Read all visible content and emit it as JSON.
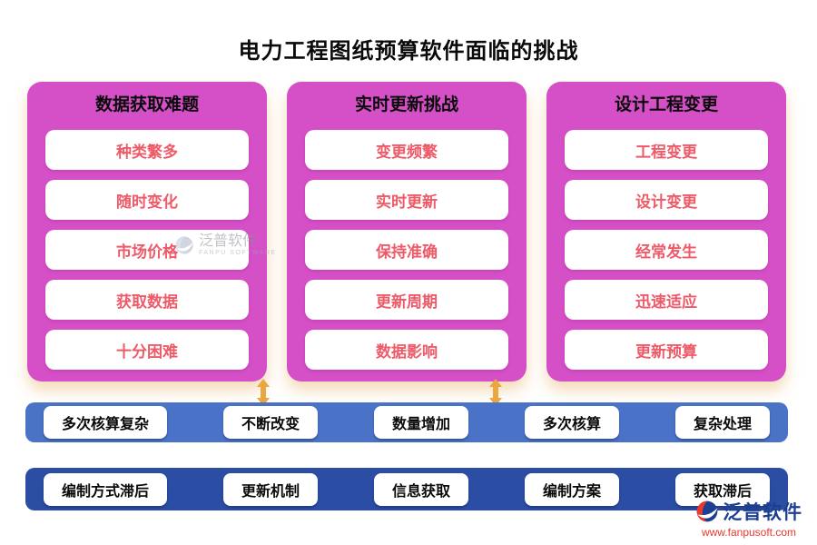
{
  "title": "电力工程图纸预算软件面临的挑战",
  "columns": [
    {
      "title": "数据获取难题",
      "items": [
        "种类繁多",
        "随时变化",
        "市场价格",
        "获取数据",
        "十分困难"
      ]
    },
    {
      "title": "实时更新挑战",
      "items": [
        "变更频繁",
        "实时更新",
        "保持准确",
        "更新周期",
        "数据影响"
      ]
    },
    {
      "title": "设计工程变更",
      "items": [
        "工程变更",
        "设计变更",
        "经常发生",
        "迅速适应",
        "更新预算"
      ]
    }
  ],
  "bars": [
    {
      "items": [
        "多次核算复杂",
        "不断改变",
        "数量增加",
        "多次核算",
        "复杂处理"
      ]
    },
    {
      "items": [
        "编制方式滞后",
        "更新机制",
        "信息获取",
        "编制方案",
        "获取滞后"
      ]
    }
  ],
  "arrows": {
    "icon": "double-headed-vertical-arrow",
    "color": "#eca63f",
    "count": 2
  },
  "watermark": {
    "brand": "泛普软件",
    "sub": "FANPU SOFTWARE"
  },
  "logo": {
    "brand": "泛普软件",
    "url": "www.fanpusoft.com"
  },
  "colors": {
    "panel_magenta": "#d54fc7",
    "card_text": "#ee5a68",
    "bar_primary": "#4a72c7",
    "bar_secondary": "#2b4da3",
    "arrow_orange": "#eca63f",
    "title_text": "#0a0a0a",
    "logo_text": "#1d3f8f",
    "logo_url_red": "#e8392c",
    "panel_shadow": "#ecbe80"
  }
}
